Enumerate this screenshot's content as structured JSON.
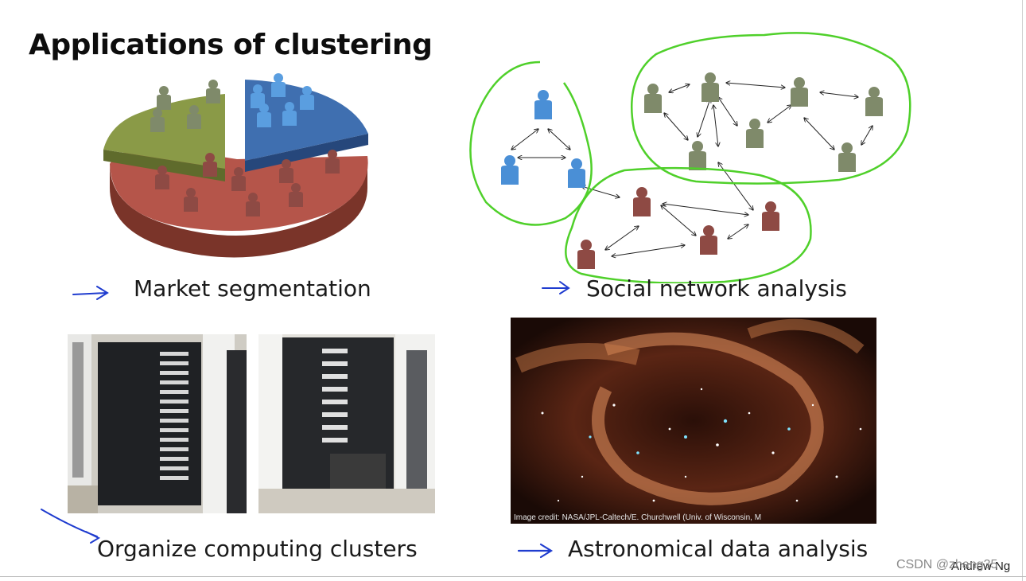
{
  "slide": {
    "title": "Applications of clustering",
    "captions": {
      "market": "Market segmentation",
      "social": "Social network analysis",
      "organize": "Organize computing clusters",
      "astro": "Astronomical data analysis"
    },
    "image_credit": "Image credit: NASA/JPL-Caltech/E. Churchwell (Univ. of Wisconsin, M",
    "author": "Andrew Ng"
  },
  "watermark": "CSDN @zhang35",
  "colors": {
    "pie_red": "#b5554a",
    "pie_green": "#8a9a47",
    "pie_blue": "#3f6fb0",
    "person_olive": "#7f8a6a",
    "person_blue": "#4a8fd6",
    "person_red": "#8e4a44",
    "marker_green": "#4fd02a",
    "ink_blue": "#1f3ccf"
  },
  "icons": [
    "pen-arrow-icon",
    "person-icon",
    "network-arrow-icon"
  ]
}
